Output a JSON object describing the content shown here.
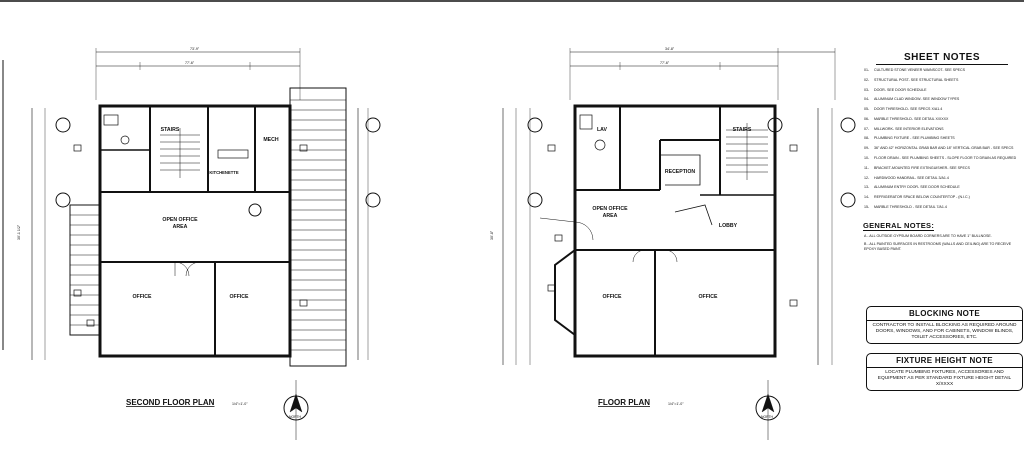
{
  "plans": {
    "second": {
      "title": "SECOND FLOOR PLAN",
      "scale": "1/4\"=1'-0\"",
      "overall_dim": "73'-9\"",
      "inner_dim": "77'-6\"",
      "side_dim": "30'-1 1/2\"",
      "rooms": {
        "stairs": "STAIRS",
        "mech": "MECH",
        "kitchenette": "KITCHENETTE",
        "open_office": "OPEN OFFICE",
        "open_office_sub": "AREA",
        "office_left": "OFFICE",
        "office_right": "OFFICE"
      },
      "north": "NORTH"
    },
    "floor": {
      "title": "FLOOR PLAN",
      "scale": "1/4\"=1'-0\"",
      "overall_dim": "34'-8\"",
      "inner_dim": "77'-6\"",
      "side_dim": "30'-8\"",
      "rooms": {
        "lav": "LAV",
        "stairs": "STAIRS",
        "reception": "RECEPTION",
        "open_office": "OPEN OFFICE",
        "open_office_sub": "AREA",
        "lobby": "LOBBY",
        "office_left": "OFFICE",
        "office_right": "OFFICE"
      },
      "north": "NORTH"
    }
  },
  "sheet_notes": {
    "title": "SHEET NOTES",
    "items": [
      {
        "num": "01-",
        "text": "CULTURED STONE VENEER WAINSCOT- SEE SPECS"
      },
      {
        "num": "02-",
        "text": "STRUCTURAL POST- SEE STRUCTURAL SHEETS"
      },
      {
        "num": "03-",
        "text": "DOOR- SEE DOOR SCHEDULE"
      },
      {
        "num": "04-",
        "text": "ALUMINUM CLAD WINDOW- SEE WINDOW TYPES"
      },
      {
        "num": "05-",
        "text": "DOOR THRESHOLD- SEE SPECS X/A1.4"
      },
      {
        "num": "06-",
        "text": "MARBLE THRESHOLD- SEE DETAIL X/XXXX"
      },
      {
        "num": "07-",
        "text": "MILLWORK- SEE INTERIOR ELEVATIONS"
      },
      {
        "num": "08-",
        "text": "PLUMBING FIXTURE - SEE PLUMBING SHEETS"
      },
      {
        "num": "09-",
        "text": "36\" AND 42\" HORIZONTAL GRAB BAR AND 18\" VERTICAL GRAB BAR - SEE SPECS"
      },
      {
        "num": "10-",
        "text": "FLOOR DRAIN - SEE PLUMBING SHEETS - SLOPE FLOOR TO DRAIN AS REQUIRED"
      },
      {
        "num": "11-",
        "text": "BRACKET-MOUNTED FIRE EXTINGUISHER- SEE SPECS"
      },
      {
        "num": "12-",
        "text": "HARDWOOD HANDRAIL- SEE DETAIL 3/A1.4"
      },
      {
        "num": "13-",
        "text": "ALUMINUM ENTRY DOOR- SEE DOOR SCHEDULE"
      },
      {
        "num": "14-",
        "text": "REFRIGERATOR SPACE BELOW COUNTERTOP - (N.I.C.)"
      },
      {
        "num": "15-",
        "text": "MARBLE THRESHOLD - SEE DETAIL 7/A1.4"
      }
    ]
  },
  "general_notes": {
    "title": "GENERAL NOTES:",
    "items": [
      "A - ALL OUTSIDE GYPSUM BOARD CORNERS ARE TO HAVE 1\" BULLNOSE.",
      "B - ALL PAINTED SURFACES IN RESTROOMS (WALLS AND CEILING) ARE TO RECEIVE EPOXY BASED PAINT."
    ]
  },
  "blocking_note": {
    "title": "BLOCKING NOTE",
    "text": "CONTRACTOR TO INSTALL BLOCKING AS REQUIRED AROUND DOORS, WINDOWS, AND FOR CABINETS, WINDOW BLINDS, TOILET ACCESSORIES, ETC."
  },
  "fixture_note": {
    "title": "FIXTURE HEIGHT NOTE",
    "text": "LOCATE PLUMBING FIXTURES, ACCESSORIES AND EQUIPMENT AS PER STANDARD FIXTURE HEIGHT DETAIL X/XXXX"
  }
}
